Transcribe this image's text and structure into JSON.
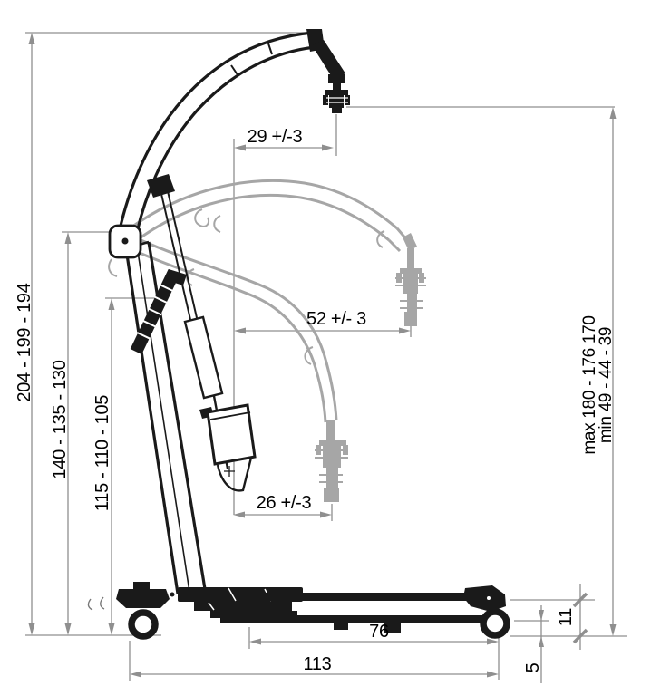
{
  "diagram": {
    "type": "technical-drawing",
    "subject": "mobile patient lifter side view with three boom positions and dimensions",
    "units_implied": "cm",
    "colors": {
      "drawing_line": "#1a1a1a",
      "ghost_position": "#a6a6a6",
      "dimension_line": "#8f8f8f",
      "text": "#000000",
      "background": "#ffffff"
    },
    "labels": {
      "overall_height": "204 - 199 - 194",
      "pivot_height": "140 - 135 - 130",
      "handle_height": "115 - 110 - 105",
      "reach_top": "29 +/-3",
      "reach_mid": "52 +/- 3",
      "reach_low": "26 +/-3",
      "hook_max": "max 180 - 176 170",
      "hook_min": "min 49 - 44 - 39",
      "chassis_height": "11",
      "ground_clearance": "5",
      "inner_length": "76",
      "total_length": "113"
    }
  }
}
